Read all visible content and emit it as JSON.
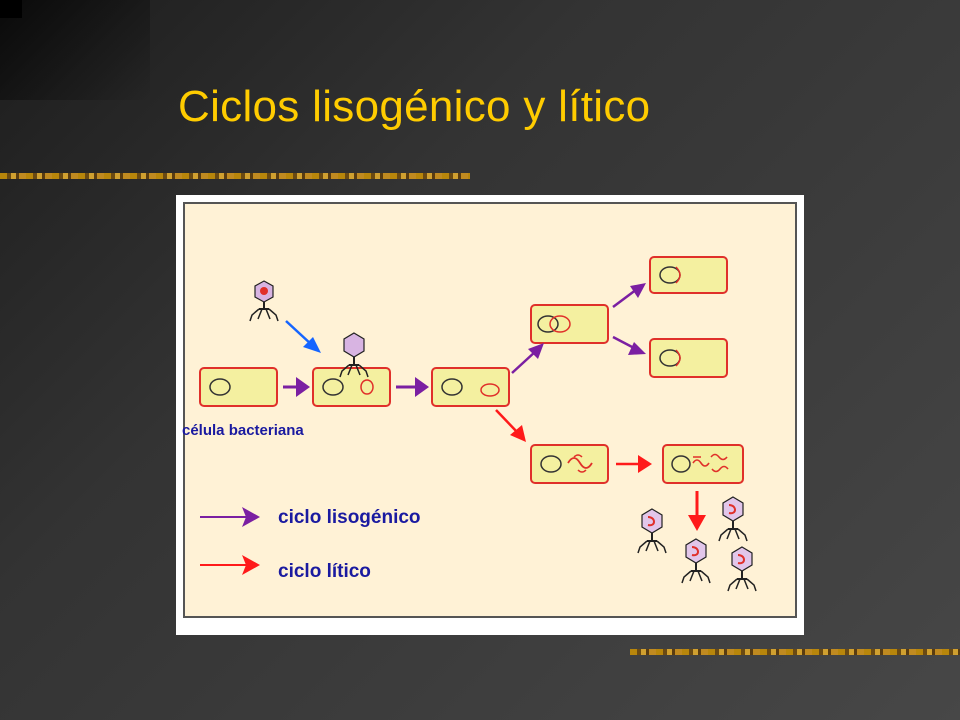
{
  "slide": {
    "title": "Ciclos lisogénico y lítico"
  },
  "figure": {
    "cell_label": "célula bacteriana",
    "legend": [
      {
        "label": "ciclo lisogénico",
        "color": "#7b1fa2"
      },
      {
        "label": "ciclo lítico",
        "color": "#ff1a1a"
      }
    ]
  },
  "colors": {
    "title": "#ffcc00",
    "figure_background": "#fff2d6",
    "cell_fill": "#f4f0a0",
    "cell_border": "#e0302a",
    "cell_label": "#1a1aa0",
    "infection_arrow": "#1565ff",
    "lysogenic_arrow": "#7b1fa2",
    "lytic_arrow": "#ff1a1a"
  }
}
